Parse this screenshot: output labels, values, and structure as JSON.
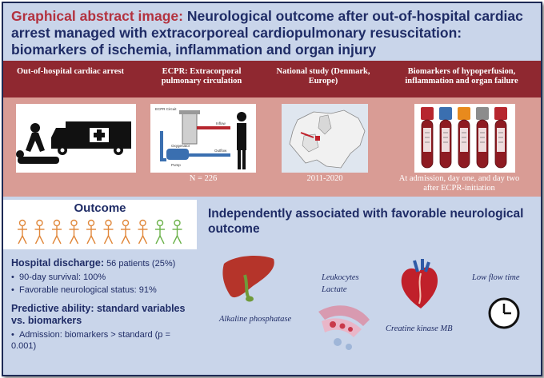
{
  "title": {
    "lead": "Graphical abstract image:",
    "rest": "Neurological outcome after out-of-hospital cardiac arrest managed with extracorporeal cardiopulmonary resuscitation: biomarkers of ischemia, inflammation and organ injury"
  },
  "columns": [
    {
      "heading": "Out-of-hospital cardiac arrest",
      "caption": ""
    },
    {
      "heading": "ECPR: Extracorporal pulmonary circulation",
      "caption": "N = 226"
    },
    {
      "heading": "National study (Denmark, Europe)",
      "caption": "2011-2020"
    },
    {
      "heading": "Biomarkers of hypoperfusion, inflammation and organ failure",
      "caption": "At admission, day one, and day two after ECPR-initiation"
    }
  ],
  "ecpr_labels": {
    "circuit": "ECPR Circuit",
    "oxygenator": "Oxygenator",
    "pump": "Pump",
    "inflow": "Inflow",
    "outflow": "Outflow"
  },
  "outcome": {
    "title": "Outcome",
    "figures_total": 10,
    "figures_green": 2,
    "colors": {
      "orange": "#e0873a",
      "green": "#6cb24a"
    }
  },
  "discharge": {
    "label": "Hospital discharge:",
    "value": "56 patients (25%)",
    "bullets": [
      "90-day survival: 100%",
      "Favorable neurological status: 91%"
    ]
  },
  "predictive": {
    "heading": "Predictive ability: standard variables vs. biomarkers",
    "bullets": [
      "Admission: biomarkers > standard (p = 0.001)"
    ]
  },
  "associated": {
    "title": "Independently associated with favorable neurological outcome",
    "items": [
      "Leukocytes",
      "Lactate",
      "Alkaline phosphatase",
      "Creatine kinase MB",
      "Low flow time"
    ]
  },
  "colors": {
    "navy": "#1f2c66",
    "crimson": "#8f2830",
    "salmon": "#d99c95",
    "panel": "#c9d5ea",
    "accent": "#b3323f"
  },
  "tube_caps": [
    "#b6262e",
    "#3a6fb0",
    "#e88a1d",
    "#8c8c8c",
    "#b6262e"
  ]
}
